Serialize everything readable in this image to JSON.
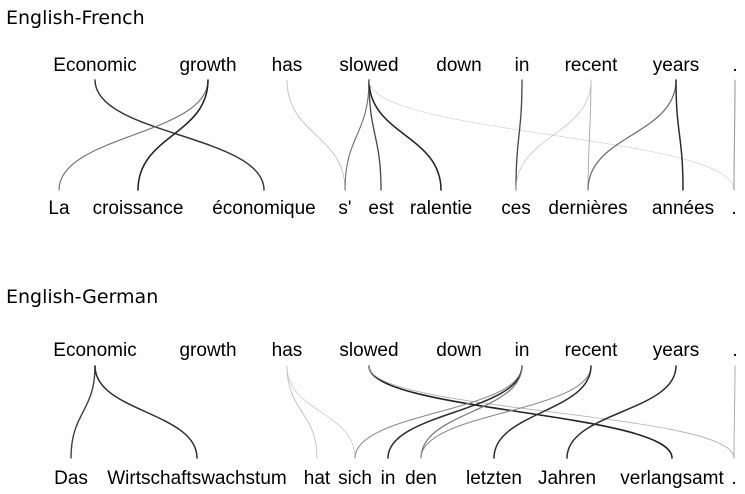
{
  "panels": [
    {
      "title": "English-French",
      "source_tokens": [
        "Economic",
        "growth",
        "has",
        "slowed",
        "down",
        "in",
        "recent",
        "years",
        "."
      ],
      "target_tokens": [
        "La",
        "croissance",
        "économique",
        "s'",
        "est",
        "ralentie",
        "ces",
        "dernières",
        "années",
        "."
      ],
      "alignments": [
        {
          "src": 0,
          "tgt": 2,
          "weight": 0.85
        },
        {
          "src": 1,
          "tgt": 0,
          "weight": 0.55
        },
        {
          "src": 1,
          "tgt": 1,
          "weight": 0.95
        },
        {
          "src": 2,
          "tgt": 3,
          "weight": 0.2
        },
        {
          "src": 3,
          "tgt": 3,
          "weight": 0.55
        },
        {
          "src": 3,
          "tgt": 4,
          "weight": 0.75
        },
        {
          "src": 3,
          "tgt": 5,
          "weight": 0.95
        },
        {
          "src": 3,
          "tgt": 9,
          "weight": 0.08
        },
        {
          "src": 5,
          "tgt": 6,
          "weight": 0.75
        },
        {
          "src": 6,
          "tgt": 7,
          "weight": 0.3
        },
        {
          "src": 6,
          "tgt": 6,
          "weight": 0.15
        },
        {
          "src": 7,
          "tgt": 7,
          "weight": 0.6
        },
        {
          "src": 7,
          "tgt": 8,
          "weight": 0.9
        },
        {
          "src": 8,
          "tgt": 9,
          "weight": 0.4
        }
      ]
    },
    {
      "title": "English-German",
      "source_tokens": [
        "Economic",
        "growth",
        "has",
        "slowed",
        "down",
        "in",
        "recent",
        "years",
        "."
      ],
      "target_tokens": [
        "Das",
        "Wirtschaftswachstum",
        "hat",
        "sich",
        "in",
        "den",
        "letzten",
        "Jahren",
        "verlangsamt",
        "."
      ],
      "alignments": [
        {
          "src": 0,
          "tgt": 0,
          "weight": 0.8
        },
        {
          "src": 0,
          "tgt": 1,
          "weight": 0.9
        },
        {
          "src": 2,
          "tgt": 2,
          "weight": 0.2
        },
        {
          "src": 2,
          "tgt": 3,
          "weight": 0.15
        },
        {
          "src": 3,
          "tgt": 8,
          "weight": 0.95
        },
        {
          "src": 3,
          "tgt": 9,
          "weight": 0.25
        },
        {
          "src": 5,
          "tgt": 3,
          "weight": 0.45
        },
        {
          "src": 5,
          "tgt": 4,
          "weight": 0.9
        },
        {
          "src": 5,
          "tgt": 5,
          "weight": 0.55
        },
        {
          "src": 6,
          "tgt": 5,
          "weight": 0.45
        },
        {
          "src": 6,
          "tgt": 6,
          "weight": 0.9
        },
        {
          "src": 7,
          "tgt": 7,
          "weight": 0.9
        },
        {
          "src": 8,
          "tgt": 9,
          "weight": 0.3
        }
      ]
    }
  ]
}
